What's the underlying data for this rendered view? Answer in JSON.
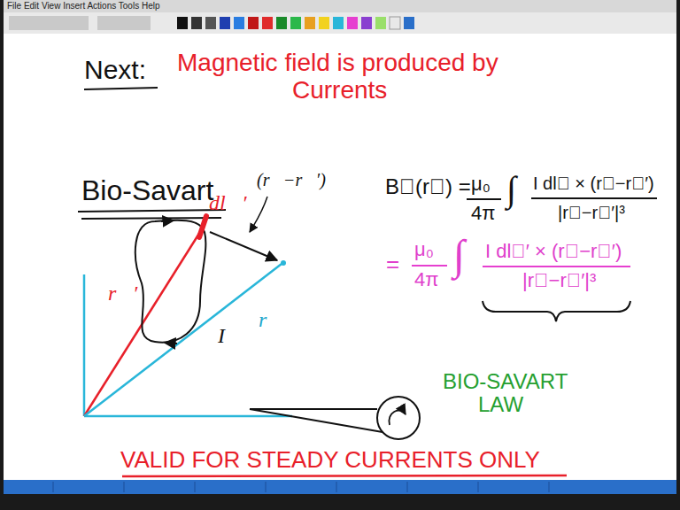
{
  "diagram": {
    "labels": [
      "File  Edit  View  Insert  Actions  Tools  Help",
      "Next:",
      "Magnetic field is produced by Currents",
      "Bio-Savart",
      "r⃗′",
      "dl⃗′",
      "(r⃗−r⃗′)",
      "I",
      "r⃗",
      "B⃗(r⃗) =",
      "μ₀",
      "4π",
      "∫",
      "I dl⃗ × (r⃗−r⃗′)",
      "|r⃗−r⃗′|³",
      "=",
      "μ₀",
      "4π",
      "∫",
      "I dl⃗′ × (r⃗−r⃗′)",
      "|r⃗−r⃗′|³",
      "BIO-SAVART LAW",
      "VALID FOR STEADY CURRENTS ONLY"
    ]
  }
}
